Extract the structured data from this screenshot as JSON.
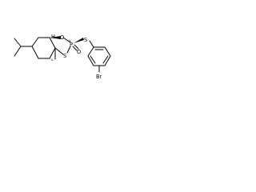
{
  "molecule": {
    "atoms": {
      "ring_oxygen": "O",
      "phosphorus": "P",
      "thio_sulfur": "S",
      "ring_sulfur": "S",
      "phosphoryl_oxygen": "O",
      "bromine": "Br",
      "ring_junction_h": "H"
    },
    "stereo": {
      "label_upper": "&",
      "label_lower": "&"
    }
  }
}
